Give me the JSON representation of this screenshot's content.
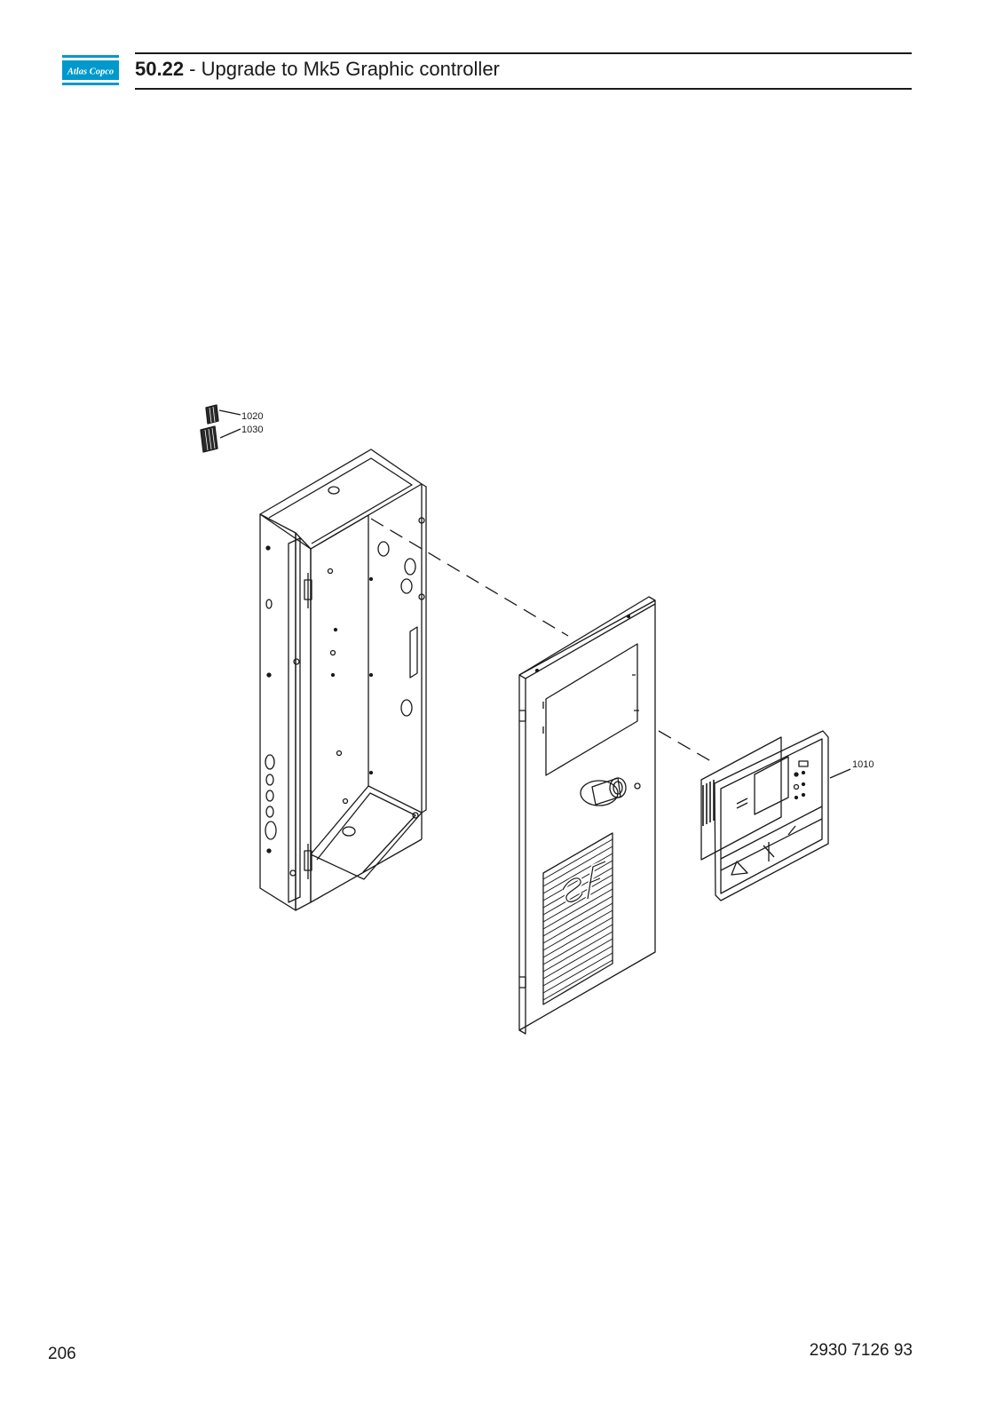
{
  "header": {
    "logo_text": "Atlas Copco",
    "section_number": "50.22",
    "title": " - Upgrade to Mk5 Graphic controller"
  },
  "callouts": {
    "controller": "1010",
    "connector_a": "1020",
    "connector_b": "1030"
  },
  "footer": {
    "page_number": "206",
    "document_number": "2930 7126 93"
  },
  "colors": {
    "logo_blue": "#0099cc",
    "line": "#1a1a1a"
  }
}
